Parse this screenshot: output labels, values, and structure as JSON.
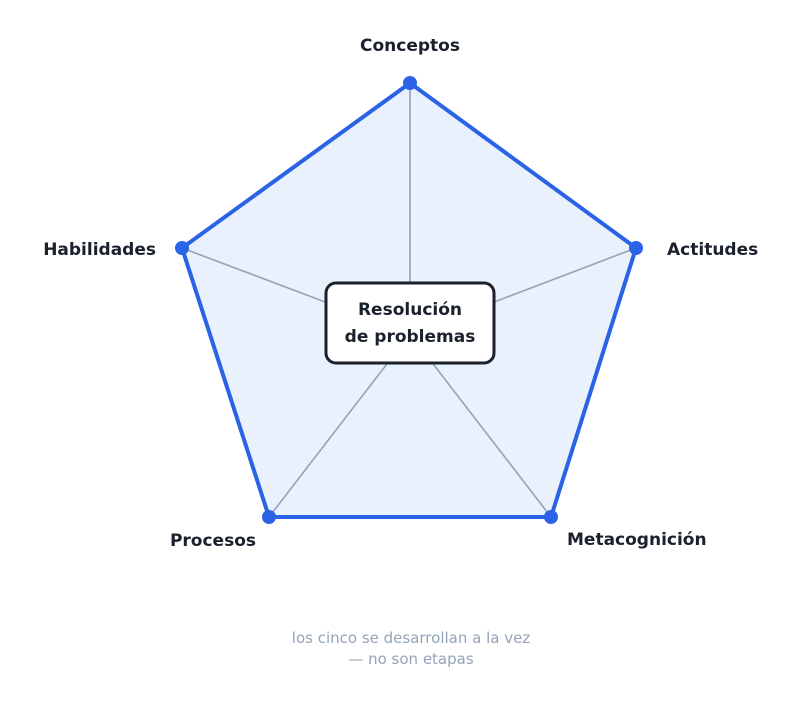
{
  "diagram": {
    "center_label_lines": [
      "Resolución",
      "de problemas"
    ],
    "vertices": [
      {
        "label": "Conceptos"
      },
      {
        "label": "Actitudes"
      },
      {
        "label": "Metacognición"
      },
      {
        "label": "Procesos"
      },
      {
        "label": "Habilidades"
      }
    ],
    "note_lines": [
      "los cinco se desarrollan a la vez",
      "— no son etapas"
    ],
    "colors": {
      "outline": "#2b63e6",
      "fill": "#e8f1fc",
      "spokes": "#94a3b8",
      "center_border": "#1a202c",
      "note": "#94a3b8"
    }
  }
}
